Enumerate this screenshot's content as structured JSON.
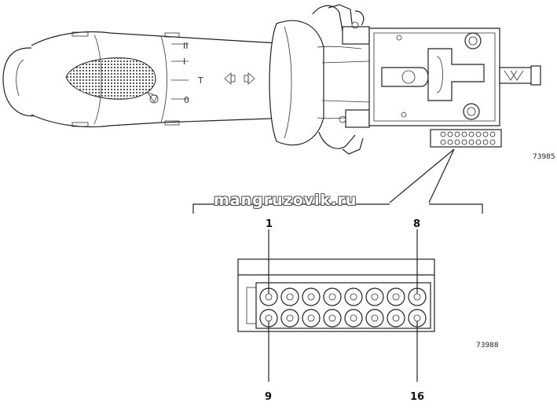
{
  "figures": {
    "top_id": "73985",
    "bottom_id": "73988"
  },
  "pins": {
    "top_left": "1",
    "top_right": "8",
    "bottom_left": "9",
    "bottom_right": "16"
  },
  "stalk_symbols": {
    "pos_ii": "II",
    "pos_i": "I",
    "pos_t": "T",
    "pos_0": "0"
  },
  "watermark": "mangruzovik.ru"
}
